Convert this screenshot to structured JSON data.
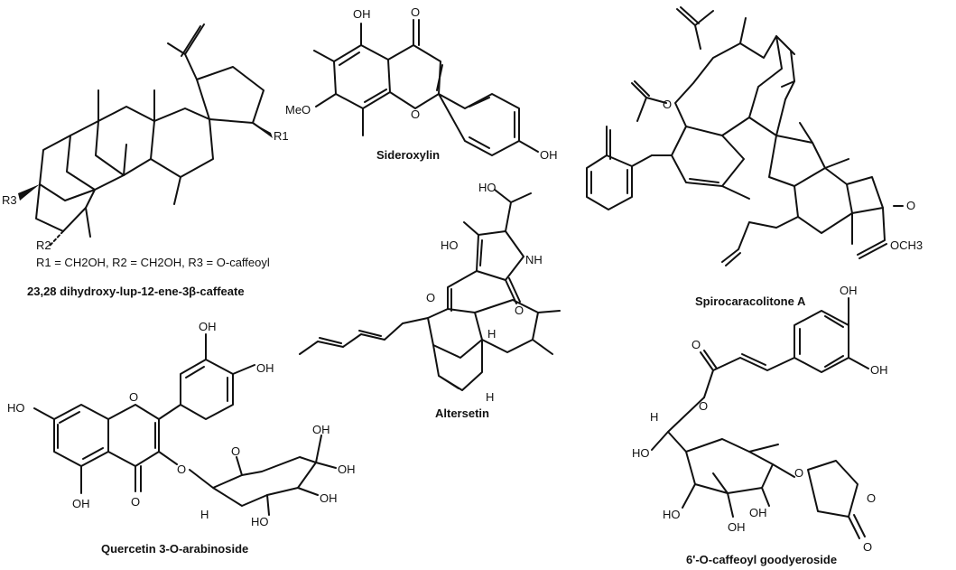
{
  "compounds": {
    "lupeol": {
      "formula": "R1 = CH2OH, R2 = CH2OH, R3 = O-caffeoyl",
      "name": "23,28 dihydroxy-lup-12-ene-3β-caffeate",
      "labels": {
        "r1": "R1",
        "r2": "R2",
        "r3": "R3"
      }
    },
    "sideroxylin": {
      "name": "Sideroxylin",
      "labels": {
        "oh_top": "OH",
        "o_carbonyl": "O",
        "meo": "MeO",
        "o_ring": "O",
        "oh_phenol": "OH"
      }
    },
    "spiro": {
      "name": "Spirocaracolitone A",
      "labels": {
        "o_ester": "O",
        "o_ketone": "O",
        "och3": "OCH3"
      }
    },
    "altersetin": {
      "name": "Altersetin",
      "labels": {
        "ho_side": "HO",
        "ho_ring": "HO",
        "nh": "NH",
        "o_amide": "O",
        "o_acyl": "O",
        "h1": "H",
        "h2": "H"
      }
    },
    "quercetin": {
      "name": "Quercetin 3-O-arabinoside",
      "labels": {
        "oh_a": "OH",
        "oh_b": "OH",
        "ho_7": "HO",
        "o_ring": "O",
        "o_carbonyl": "O",
        "oh_5": "OH",
        "o_gly": "O",
        "ho_sugar": "HO",
        "oh_sugar1": "OH",
        "oh_sugar2": "OH",
        "oh_sugar3": "OH",
        "h": "H"
      }
    },
    "goodyeroside": {
      "name": "6'-O-caffeoyl goodyeroside",
      "labels": {
        "oh_a": "OH",
        "oh_b": "OH",
        "o_ester": "O",
        "ho_1": "HO",
        "ho_2": "HO",
        "oh_1": "OH",
        "oh_2": "OH",
        "o_gly": "O",
        "o_lactone": "O",
        "h": "H"
      }
    }
  }
}
